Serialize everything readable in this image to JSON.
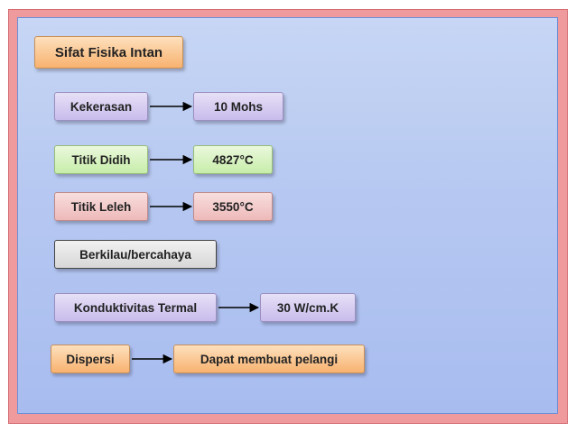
{
  "title": "Sifat Fisika Intan",
  "items": [
    {
      "label": "Kekerasan",
      "value": "10 Mohs"
    },
    {
      "label": "Titik Didih",
      "value": "4827°C"
    },
    {
      "label": "Titik Leleh",
      "value": "3550°C"
    },
    {
      "label": "Berkilau/bercahaya"
    },
    {
      "label": "Konduktivitas Termal",
      "value": "30 W/cm.K"
    },
    {
      "label": "Dispersi",
      "value": "Dapat membuat pelangi"
    }
  ],
  "colors": {
    "outer_frame": "#ef9a9c",
    "inner_panel": "#b6c8f1",
    "title_box": "#f8b26f",
    "arrow": "#000000"
  }
}
